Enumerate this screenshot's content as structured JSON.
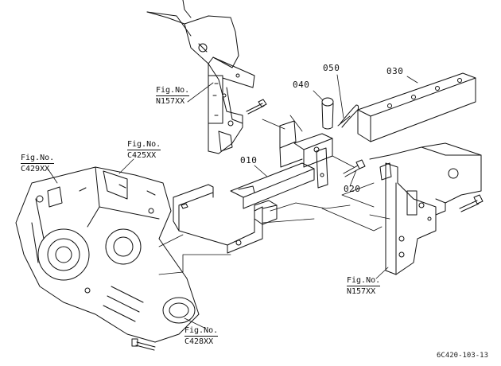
{
  "parts": {
    "p030": "030",
    "p050": "050",
    "p040": "040",
    "p010": "010",
    "p020": "020"
  },
  "figs": {
    "top": {
      "line1": "Fig.No.",
      "line2": "N157XX"
    },
    "c429": {
      "line1": "Fig.No.",
      "line2": "C429XX"
    },
    "c425": {
      "line1": "Fig.No.",
      "line2": "C425XX"
    },
    "c428": {
      "line1": "Fig.No.",
      "line2": "C428XX"
    },
    "right": {
      "line1": "Fig.No.",
      "line2": "N157XX"
    }
  },
  "drawing_code": "6C420-103-13"
}
